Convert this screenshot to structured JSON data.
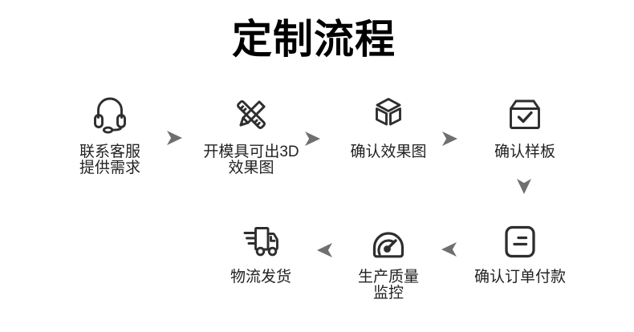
{
  "title": "定制流程",
  "colors": {
    "background": "#ffffff",
    "title": "#000000",
    "label": "#222222",
    "icon_stroke": "#2e2e2e",
    "arrow": "#6f6f6f"
  },
  "steps": [
    {
      "name": "contact-service",
      "icon": "headset-icon",
      "line1": "联系客服",
      "line2": "提供需求"
    },
    {
      "name": "mold-3d-render",
      "icon": "pencil-ruler-icon",
      "line1": "开模具可出3D",
      "line2": "效果图"
    },
    {
      "name": "confirm-render",
      "icon": "cube-3d-icon",
      "line1": "确认效果图"
    },
    {
      "name": "confirm-sample",
      "icon": "sample-box-check-icon",
      "line1": "确认样板"
    },
    {
      "name": "confirm-order-payment",
      "icon": "order-document-icon",
      "line1": "确认订单付款"
    },
    {
      "name": "production-quality",
      "icon": "gauge-icon",
      "line1": "生产质量",
      "line2": "监控"
    },
    {
      "name": "logistics-shipping",
      "icon": "delivery-truck-icon",
      "line1": "物流发货"
    }
  ],
  "flow_arrows": [
    "right",
    "right",
    "right",
    "down",
    "left",
    "left"
  ]
}
